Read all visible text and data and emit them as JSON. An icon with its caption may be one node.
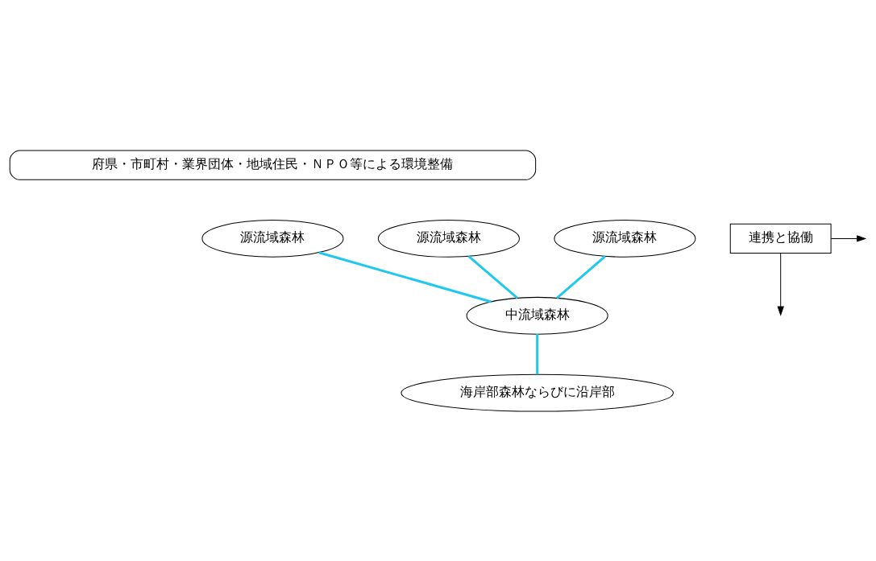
{
  "diagram": {
    "nodes": [
      {
        "text": [
          "府県・市町村・業界団体・地域住民・ＮＰＯ等による環境整備"
        ]
      },
      {
        "text": [
          "源流域森林"
        ]
      },
      {
        "text": [
          "源流域森林"
        ]
      },
      {
        "text": [
          "源流域森林"
        ]
      },
      {
        "text": [
          "中流域森林"
        ]
      },
      {
        "text": [
          "海岸部森林ならびに沿岸部"
        ]
      },
      {
        "text": [
          "連携と協働"
        ]
      }
    ],
    "edges": [
      {
        "from": 1,
        "to": 4,
        "arrow": "none",
        "color": "#1ec8f0"
      },
      {
        "from": 2,
        "to": 4,
        "arrow": "none",
        "color": "#1ec8f0"
      },
      {
        "from": 3,
        "to": 4,
        "arrow": "none",
        "color": "#1ec8f0"
      },
      {
        "from": 4,
        "to": 5,
        "arrow": "none",
        "color": "#1ec8f0"
      },
      {
        "from": 6,
        "to": null,
        "arrow": "to",
        "color": "#000000"
      },
      {
        "from": 6,
        "to": null,
        "arrow": "to",
        "color": "#000000"
      }
    ]
  }
}
